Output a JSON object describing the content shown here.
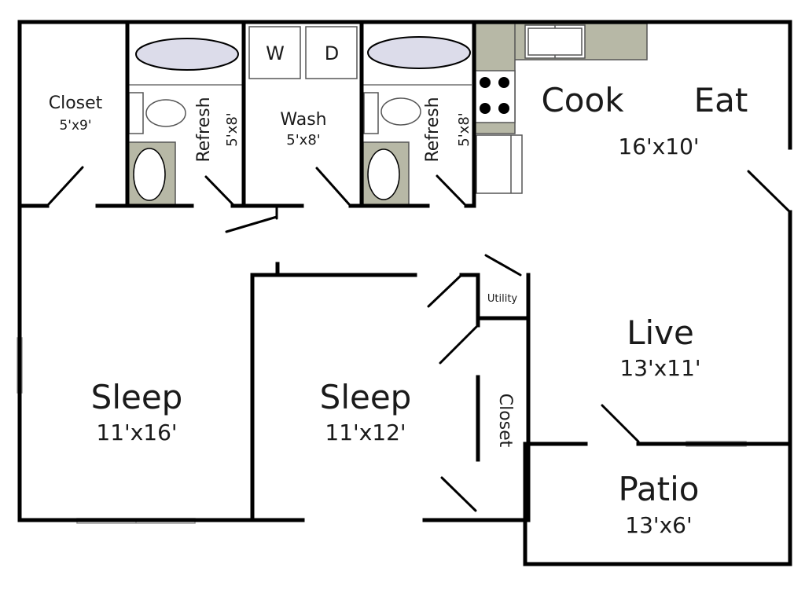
{
  "rooms": {
    "closet_top": {
      "name": "Closet",
      "size": "5'x9'"
    },
    "refresh_1": {
      "name": "Refresh",
      "size": "5'x8'"
    },
    "wash": {
      "name": "Wash",
      "size": "5'x8'",
      "washer": "W",
      "dryer": "D"
    },
    "refresh_2": {
      "name": "Refresh",
      "size": "5'x8'"
    },
    "cook": {
      "name": "Cook"
    },
    "eat": {
      "name": "Eat",
      "size": "16'x10'"
    },
    "utility": {
      "name": "Utility"
    },
    "live": {
      "name": "Live",
      "size": "13'x11'"
    },
    "sleep_1": {
      "name": "Sleep",
      "size": "11'x16'"
    },
    "sleep_2": {
      "name": "Sleep",
      "size": "11'x12'"
    },
    "closet_side": {
      "name": "Closet"
    },
    "patio": {
      "name": "Patio",
      "size": "13'x6'"
    }
  },
  "colors": {
    "wall": "#000000",
    "fixture": "#b7b8a6",
    "tub": "#dcdcea"
  }
}
